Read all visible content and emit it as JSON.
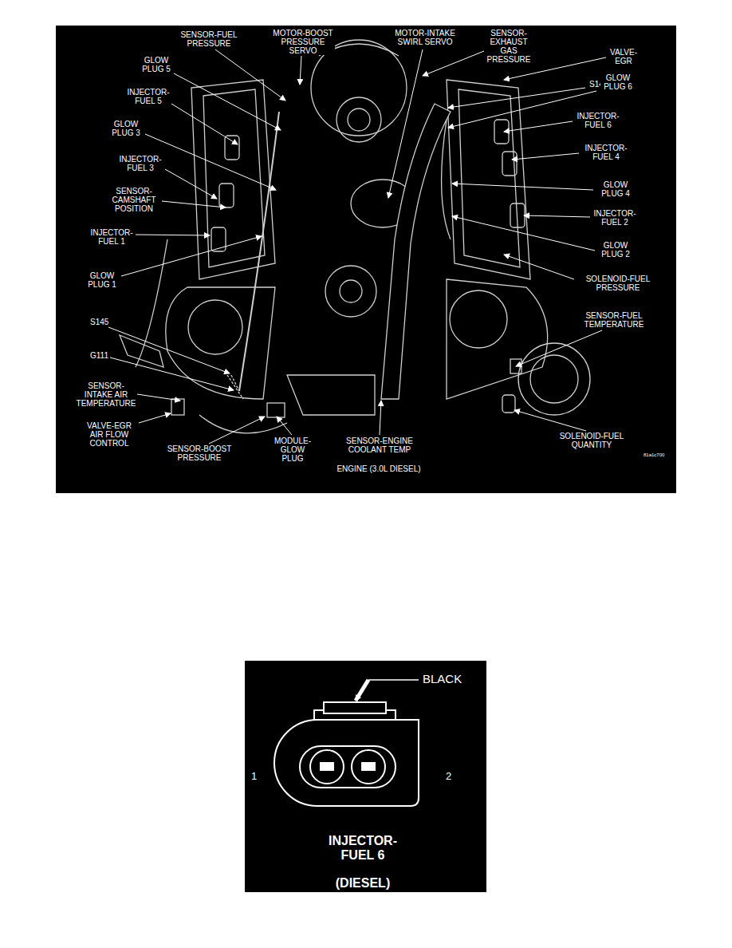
{
  "diagram": {
    "labels": [
      "SENSOR-FUEL PRESSURE",
      "MOTOR-BOOST PRESSURE SERVO",
      "MOTOR-INTAKE SWIRL SERVO",
      "SENSOR- EXHAUST GAS PRESSURE",
      "VALVE- EGR",
      "GLOW PLUG 5",
      "INJECTOR- FUEL 5",
      "S148",
      "GLOW PLUG 6",
      "INJECTOR- FUEL 6",
      "GLOW PLUG 3",
      "INJECTOR- FUEL 3",
      "INJECTOR- FUEL 4",
      "SENSOR- CAMSHAFT POSITION",
      "GLOW PLUG 4",
      "INJECTOR- FUEL 1",
      "INJECTOR- FUEL 2",
      "GLOW PLUG 2",
      "GLOW PLUG 1",
      "SOLENOID-FUEL PRESSURE",
      "S145",
      "SENSOR-FUEL TEMPERATURE",
      "G111",
      "SENSOR- INTAKE AIR TEMPERATURE",
      "VALVE-EGR AIR FLOW CONTROL",
      "SENSOR-BOOST PRESSURE",
      "MODULE- GLOW PLUG",
      "SENSOR-ENGINE COOLANT TEMP",
      "SOLENOID-FUEL QUANTITY",
      "ENGINE (3.0L DIESEL)",
      "81a1c700",
      "BLACK",
      "1",
      "2",
      "INJECTOR- FUEL 6",
      "(DIESEL)"
    ]
  }
}
